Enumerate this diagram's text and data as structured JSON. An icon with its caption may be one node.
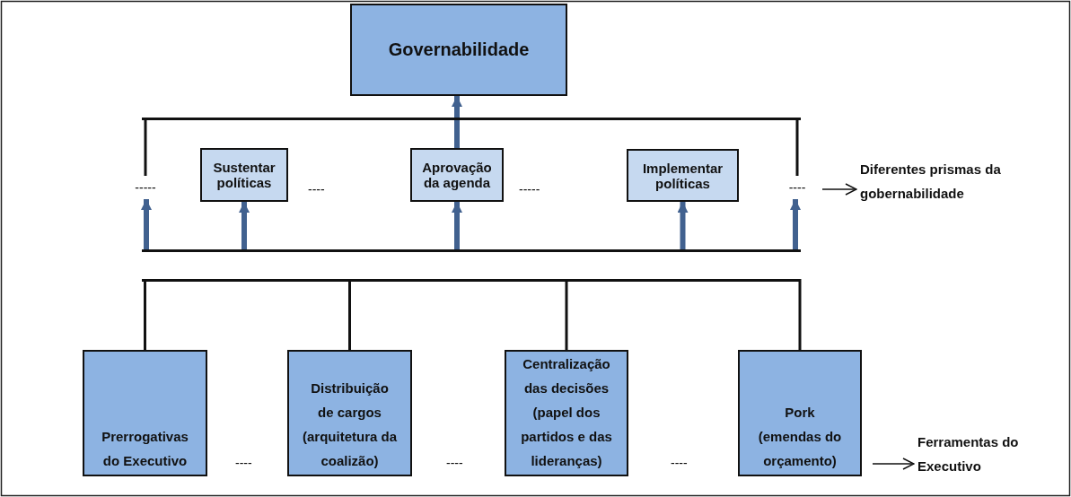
{
  "diagram": {
    "nodes": [
      {
        "text": [
          "Governabilidade"
        ]
      },
      {
        "text": [],
        "shape": "bar"
      },
      {
        "text": [
          "-----"
        ]
      },
      {
        "text": [
          "Sustentar políticas"
        ]
      },
      {
        "text": [
          "Aprovação da agenda"
        ]
      },
      {
        "text": [
          "Implementar políticas"
        ]
      },
      {
        "text": [
          "----"
        ]
      },
      {
        "text": [
          "Diferentes prismas da gobernabilidade"
        ]
      },
      {
        "text": [],
        "shape": "bar"
      },
      {
        "text": [],
        "shape": "bar"
      },
      {
        "text": [
          "Prerrogativas do Executivo"
        ]
      },
      {
        "text": [
          "Distribuição de cargos (arquitetura da coalizão)"
        ]
      },
      {
        "text": [
          "Centralização das decisões (papel dos partidos e das lideranças)"
        ]
      },
      {
        "text": [
          "Pork (emendas do orçamento)"
        ]
      },
      {
        "text": [
          "Ferramentas do Executivo"
        ]
      }
    ],
    "edges": [
      {
        "from": 4,
        "to": 0,
        "arrow": "to",
        "style": "thick",
        "color": "#41618f"
      },
      {
        "from": 2,
        "to": 1,
        "arrow": "none"
      },
      {
        "from": 6,
        "to": 1,
        "arrow": "none"
      },
      {
        "from": 8,
        "to": 2,
        "arrow": "to",
        "style": "thick",
        "color": "#41618f"
      },
      {
        "from": 8,
        "to": 3,
        "arrow": "to",
        "style": "thick",
        "color": "#41618f"
      },
      {
        "from": 8,
        "to": 4,
        "arrow": "to",
        "style": "thick",
        "color": "#41618f"
      },
      {
        "from": 8,
        "to": 5,
        "arrow": "to",
        "style": "thick",
        "color": "#41618f"
      },
      {
        "from": 8,
        "to": 6,
        "arrow": "to",
        "style": "thick",
        "color": "#41618f"
      },
      {
        "from": 10,
        "to": 9,
        "arrow": "none"
      },
      {
        "from": 11,
        "to": 9,
        "arrow": "none"
      },
      {
        "from": 12,
        "to": 9,
        "arrow": "none"
      },
      {
        "from": 13,
        "to": 9,
        "arrow": "none"
      },
      {
        "from": 6,
        "to": 7,
        "arrow": "to"
      },
      {
        "from": 13,
        "to": 14,
        "arrow": "to"
      }
    ],
    "labels": [
      "----",
      "-----",
      "----",
      "----",
      "----"
    ]
  }
}
